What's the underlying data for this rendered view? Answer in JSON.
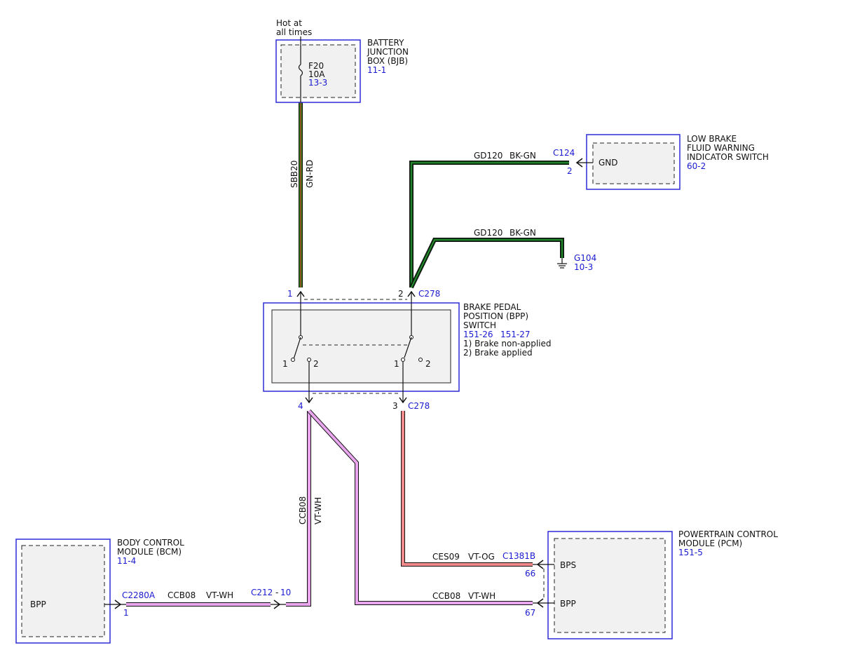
{
  "colors": {
    "wire_green_red": "#2f7a17",
    "wire_green_red_tracer": "#c0392b",
    "wire_black_green": "#0e3a12",
    "wire_black_green_tracer": "#2fae3c",
    "wire_violet_white": "#e9a6ef",
    "wire_violet_orange": "#f08a8a",
    "component_outline": "#2b2bd6",
    "reference_text": "#1a1ad0"
  },
  "supply": {
    "line1": "Hot at",
    "line2": "all times"
  },
  "bjb": {
    "name_line1": "BATTERY",
    "name_line2": "JUNCTION",
    "name_line3": "BOX (BJB)",
    "ref": "11-1",
    "fuse": "F20",
    "fuse_rating": "10A",
    "fuse_ref": "13-3"
  },
  "wires": {
    "sbb20": {
      "circuit": "SBB20",
      "color": "GN-RD"
    },
    "gd120_top": {
      "circuit": "GD120",
      "color": "BK-GN"
    },
    "gd120_ground": {
      "circuit": "GD120",
      "color": "BK-GN"
    },
    "ccb08_vertical": {
      "circuit": "CCB08",
      "color": "VT-WH"
    },
    "ccb08_bcm": {
      "circuit": "CCB08",
      "color": "VT-WH"
    },
    "ccb08_pcm": {
      "circuit": "CCB08",
      "color": "VT-WH"
    },
    "ces09": {
      "circuit": "CES09",
      "color": "VT-OG"
    }
  },
  "low_brake": {
    "name_line1": "LOW BRAKE",
    "name_line2": "FLUID WARNING",
    "name_line3": "INDICATOR SWITCH",
    "ref": "60-2",
    "connector": "C124",
    "pin": "2",
    "pin_label": "GND"
  },
  "ground": {
    "name": "G104",
    "ref": "10-3"
  },
  "bpp": {
    "name_line1": "BRAKE PEDAL",
    "name_line2": "POSITION (BPP)",
    "name_line3": "SWITCH",
    "ref1": "151-26",
    "ref2": "151-27",
    "note1": "1) Brake non-applied",
    "note2": "2) Brake applied",
    "top_pin_left": "1",
    "top_pin_right": "2",
    "top_connector": "C278",
    "bottom_pin_left": "4",
    "bottom_pin_right": "3",
    "bottom_connector": "C278",
    "sw_left_pos1": "1",
    "sw_left_pos2": "2",
    "sw_right_pos1": "1",
    "sw_right_pos2": "2"
  },
  "bcm": {
    "name_line1": "BODY CONTROL",
    "name_line2": "MODULE (BCM)",
    "ref": "11-4",
    "pin_label": "BPP",
    "connector": "C2280A",
    "pin": "1"
  },
  "c212": {
    "connector": "C212",
    "pin": "10",
    "dash": "-"
  },
  "pcm": {
    "name_line1": "POWERTRAIN CONTROL",
    "name_line2": "MODULE (PCM)",
    "ref": "151-5",
    "connector": "C1381B",
    "pin_bps": "66",
    "pin_bpp": "67",
    "label_bps": "BPS",
    "label_bpp": "BPP"
  }
}
